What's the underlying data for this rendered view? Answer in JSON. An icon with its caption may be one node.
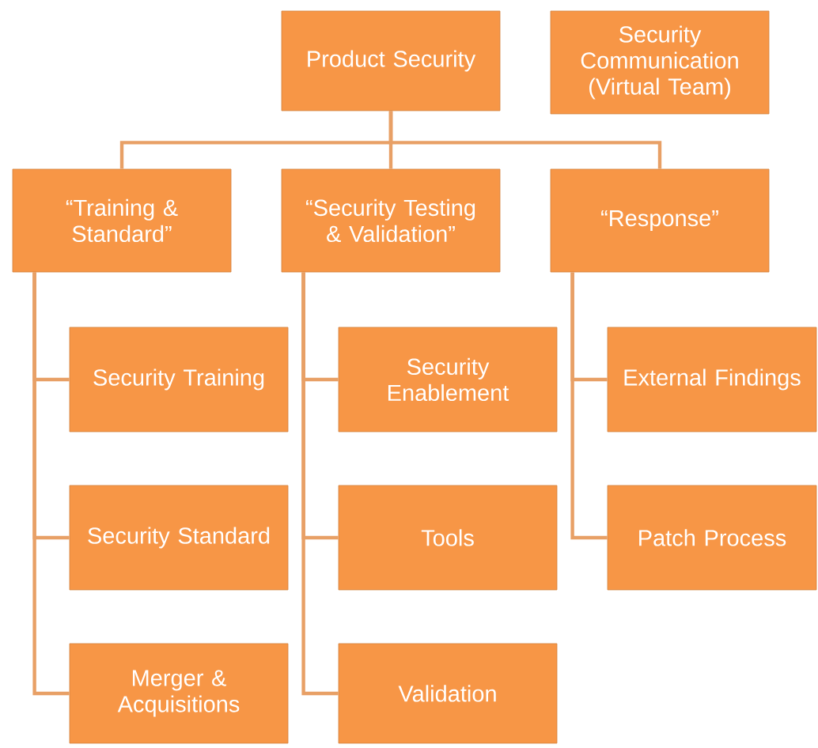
{
  "diagram": {
    "nodes": [
      {
        "text": [
          "Product Security"
        ]
      },
      {
        "text": [
          "Security Communication (Virtual Team)"
        ]
      },
      {
        "text": [
          "“Training & Standard”"
        ]
      },
      {
        "text": [
          "“Security Testing & Validation”"
        ]
      },
      {
        "text": [
          "“Response”"
        ]
      },
      {
        "text": [
          "Security Training"
        ]
      },
      {
        "text": [
          "Security Standard"
        ]
      },
      {
        "text": [
          "Merger & Acquisitions"
        ]
      },
      {
        "text": [
          "Security Enablement"
        ]
      },
      {
        "text": [
          "Tools"
        ]
      },
      {
        "text": [
          "Validation"
        ]
      },
      {
        "text": [
          "External Findings"
        ]
      },
      {
        "text": [
          "Patch Process"
        ]
      }
    ],
    "edges": [
      {
        "from": 0,
        "to": 2,
        "arrow": "none"
      },
      {
        "from": 0,
        "to": 3,
        "arrow": "none"
      },
      {
        "from": 0,
        "to": 4,
        "arrow": "none"
      },
      {
        "from": 2,
        "to": 5,
        "arrow": "none"
      },
      {
        "from": 2,
        "to": 6,
        "arrow": "none"
      },
      {
        "from": 2,
        "to": 7,
        "arrow": "none"
      },
      {
        "from": 3,
        "to": 8,
        "arrow": "none"
      },
      {
        "from": 3,
        "to": 9,
        "arrow": "none"
      },
      {
        "from": 3,
        "to": 10,
        "arrow": "none"
      },
      {
        "from": 4,
        "to": 11,
        "arrow": "none"
      },
      {
        "from": 4,
        "to": 12,
        "arrow": "none"
      }
    ]
  }
}
